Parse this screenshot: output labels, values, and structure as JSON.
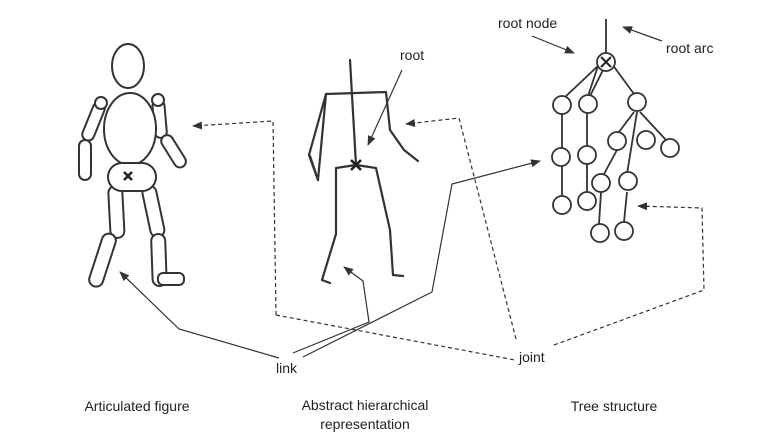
{
  "labels": {
    "root_node": "root node",
    "root_arc": "root arc",
    "root": "root",
    "link": "link",
    "joint": "joint"
  },
  "captions": {
    "articulated": "Articulated figure",
    "abstract_line1": "Abstract hierarchical",
    "abstract_line2": "representation",
    "tree": "Tree structure"
  }
}
